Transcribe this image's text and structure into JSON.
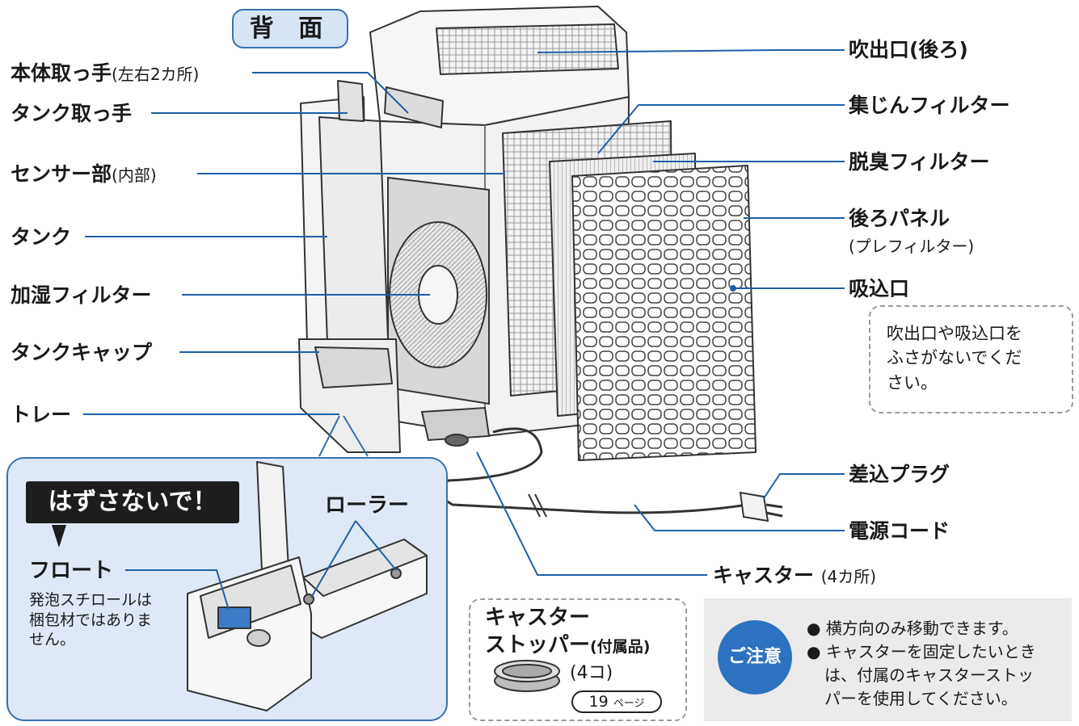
{
  "header": {
    "title": "背 面"
  },
  "labels_left": {
    "body_handle": "本体取っ手",
    "body_handle_note": "(左右2カ所)",
    "tank_handle": "タンク取っ手",
    "sensor": "センサー部",
    "sensor_note": "(内部)",
    "tank": "タンク",
    "humidify_filter": "加湿フィルター",
    "tank_cap": "タンクキャップ",
    "tray": "トレー"
  },
  "labels_right": {
    "outlet": "吹出口(後ろ)",
    "dust_filter": "集じんフィルター",
    "deodor_filter": "脱臭フィルター",
    "back_panel": "後ろパネル",
    "back_panel_note": "(プレフィルター)",
    "inlet": "吸込口",
    "plug": "差込プラグ",
    "cord": "電源コード",
    "caster": "キャスター",
    "caster_note": "(4カ所)"
  },
  "inlet_notice": [
    "吹出口や吸込口を",
    "ふさがないでくだ",
    "さい。"
  ],
  "inset": {
    "warning": "はずさないで！",
    "roller": "ローラー",
    "float": "フロート",
    "float_note": [
      "発泡スチロールは",
      "梱包材ではありま",
      "せん。"
    ]
  },
  "caster_stopper": {
    "title_line1": "キャスター",
    "title_line2": "ストッパー",
    "accessory_note": "(付属品)",
    "count": "(4コ)",
    "page_num": "19",
    "page_suffix": "ページ"
  },
  "caution": {
    "badge": "ご注意",
    "items": [
      [
        "横方向のみ移動できます。"
      ],
      [
        "キャスターを固定したいとき",
        "は、付属のキャスターストッ",
        "パーを使用してください。"
      ]
    ]
  },
  "colors": {
    "accent_blue": "#2d72c0",
    "leader_line": "#1f5fa6",
    "inset_bg": "#dfe8f6",
    "banner_bg": "#1d1d1d"
  }
}
